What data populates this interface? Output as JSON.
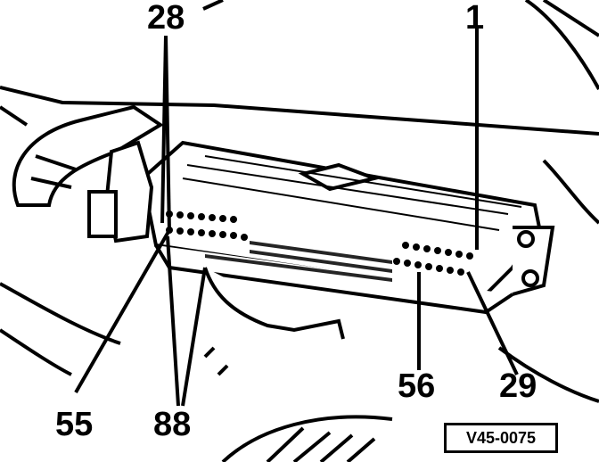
{
  "callouts": {
    "top_left": "28",
    "top_right": "1",
    "bottom_left": "55",
    "bottom_center": "88",
    "bottom_mid_right": "56",
    "bottom_right": "29"
  },
  "reference_code": "V45-0075"
}
